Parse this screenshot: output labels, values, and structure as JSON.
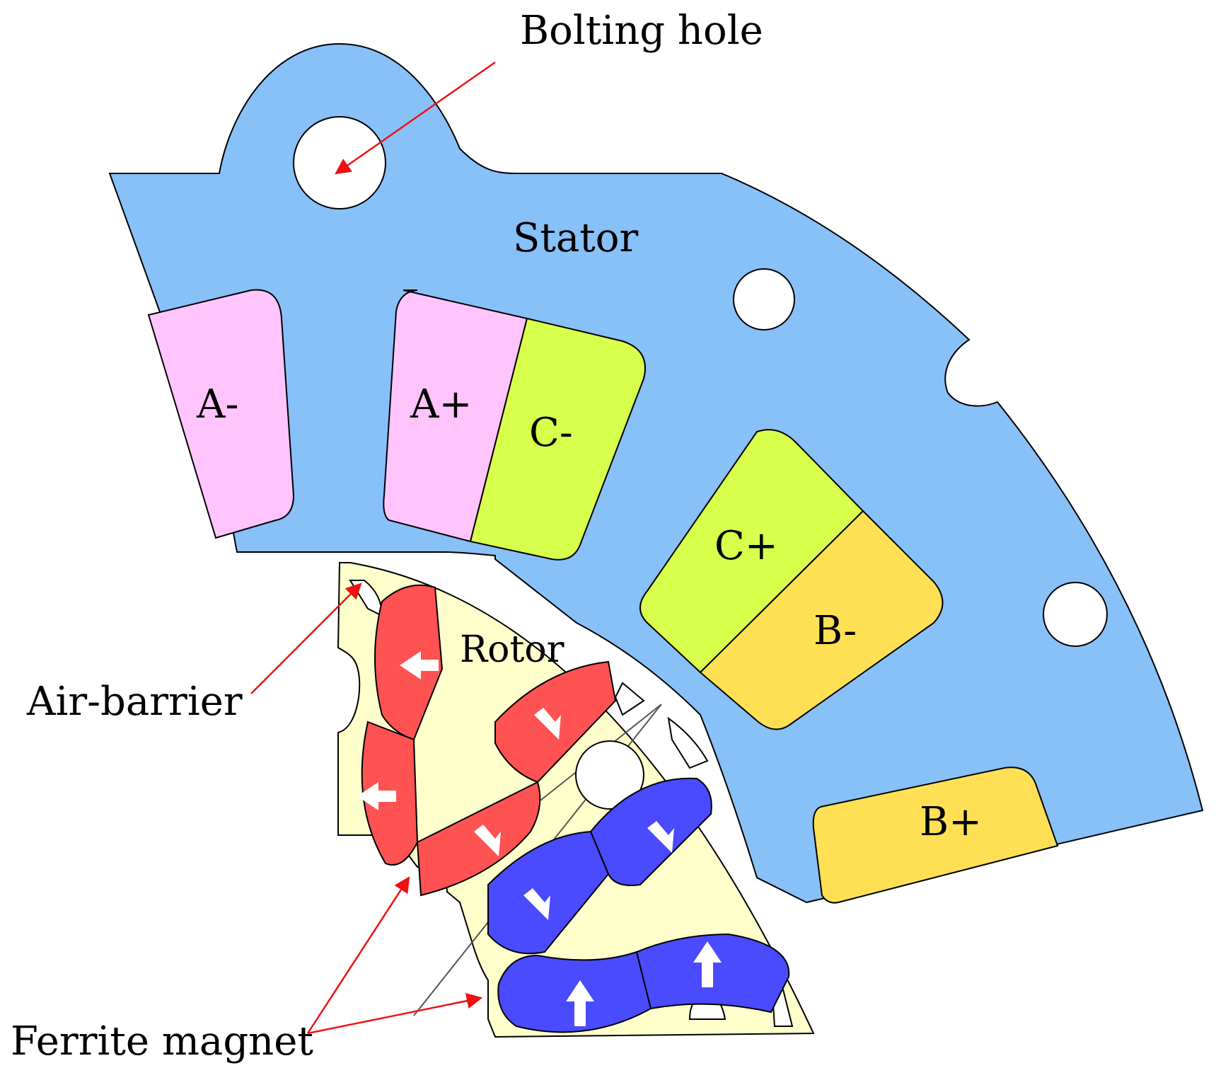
{
  "labels": {
    "bolting_hole": "Bolting hole",
    "stator": "Stator",
    "rotor": "Rotor",
    "air_barrier": "Air-barrier",
    "ferrite_magnet": "Ferrite magnet"
  },
  "coils": {
    "a_minus": "A-",
    "a_plus": "A+",
    "c_minus": "C-",
    "c_plus": "C+",
    "b_minus": "B-",
    "b_plus": "B+"
  },
  "colors": {
    "stator": "#88c0f8",
    "rotor": "#ffffcc",
    "phase_a": "#ffc4fc",
    "phase_c": "#d8ff4c",
    "phase_b": "#ffe055",
    "magnet_red": "#ff5252",
    "magnet_blue": "#4a4aff",
    "arrow": "#ee1111"
  }
}
